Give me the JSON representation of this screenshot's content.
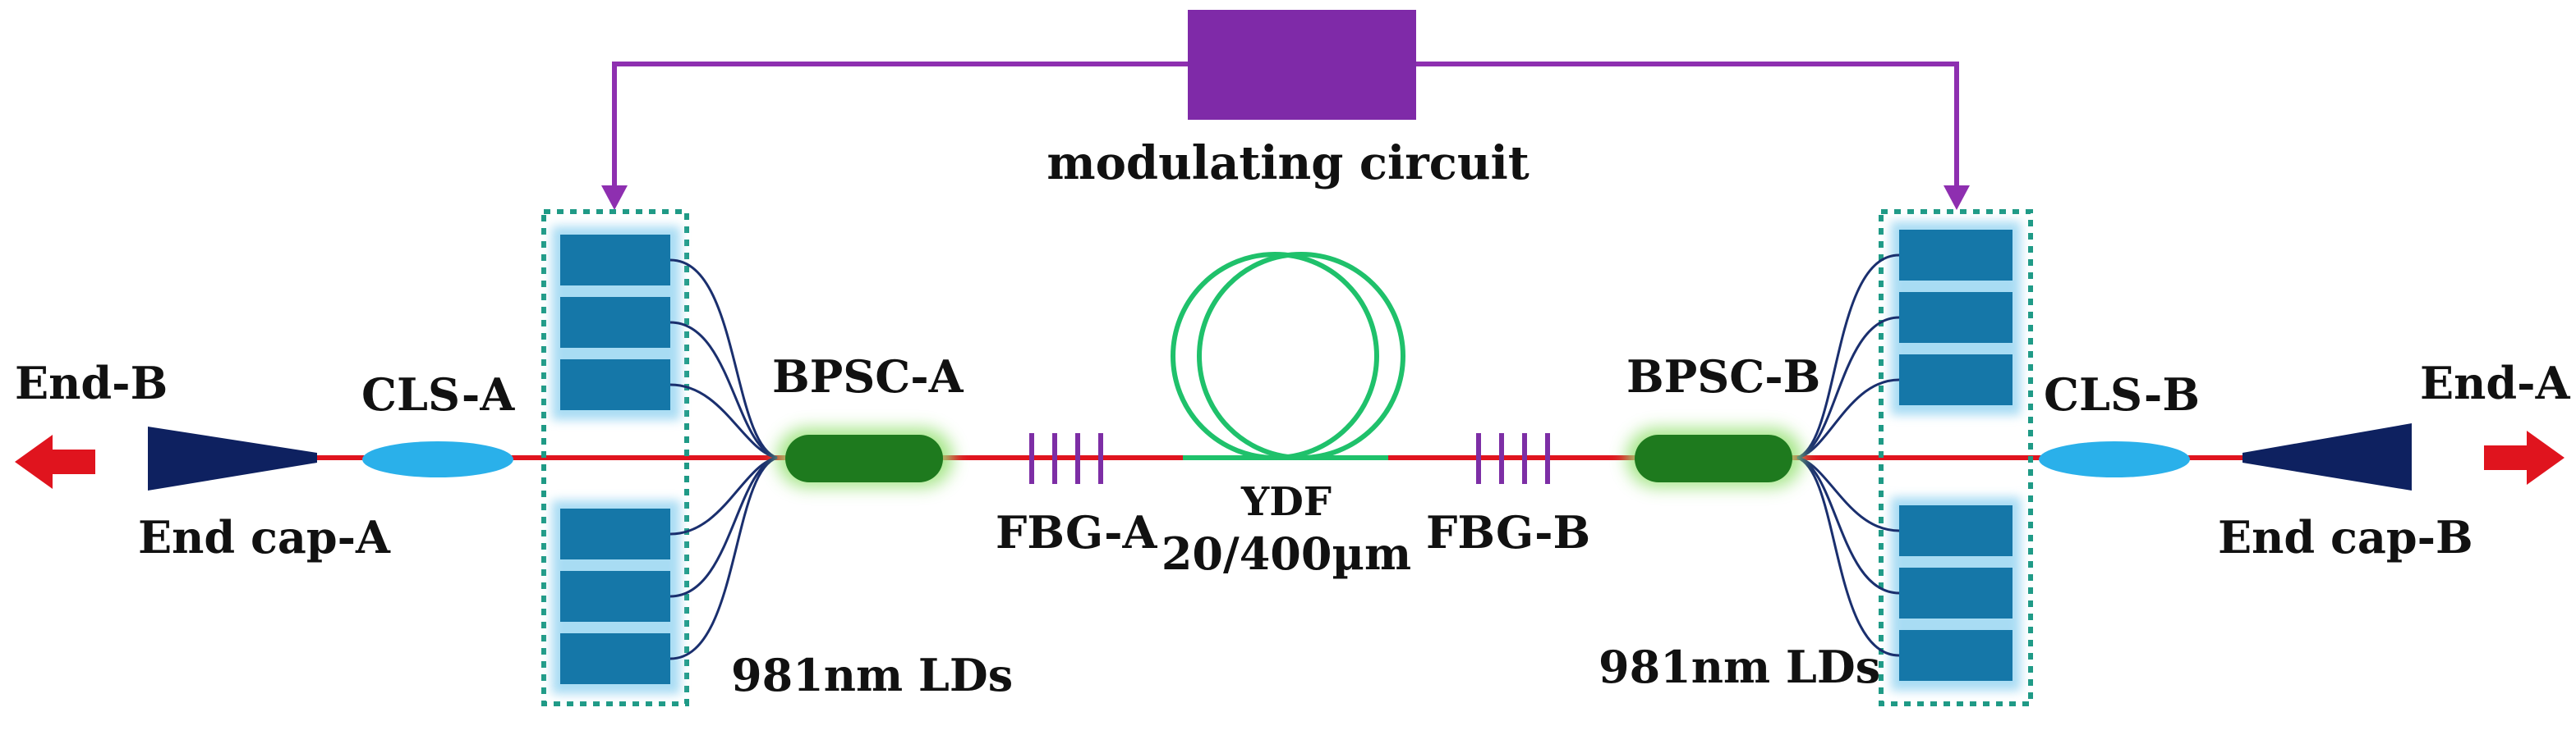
{
  "labels": {
    "modulating_circuit": "modulating circuit",
    "end_b": "End-B",
    "end_a": "End-A",
    "cls_a": "CLS-A",
    "cls_b": "CLS-B",
    "bpsc_a": "BPSC-A",
    "bpsc_b": "BPSC-B",
    "end_cap_a": "End cap-A",
    "end_cap_b": "End cap-B",
    "fbg_a": "FBG-A",
    "fbg_b": "FBG-B",
    "ydf": "YDF",
    "ydf_spec": "20/400µm",
    "lds_left": "981nm LDs",
    "lds_right": "981nm LDs"
  },
  "colors": {
    "signal_fiber": "#e0141e",
    "control_line": "#8e2fb0",
    "modulator_box": "#7f2aa8",
    "pump_fiber": "#1a2f6e",
    "ld_fill": "#1577a8",
    "ld_glow": "#9ad6f2",
    "dotted_frame": "#1f9a86",
    "combiner": "#1e7a1e",
    "combiner_glow": "#9be37a",
    "ydf_coil": "#1fc16b",
    "fbg": "#7d2ea5",
    "cls": "#2ab0ea",
    "end_cap": "#0e2160",
    "arrow": "#e0141e"
  }
}
